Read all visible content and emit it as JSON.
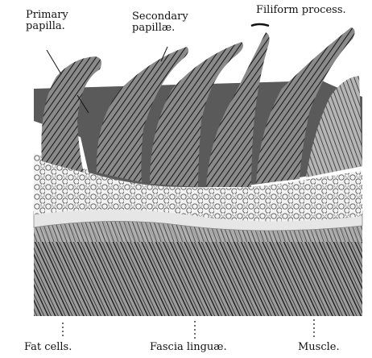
{
  "labels": {
    "primary_papilla": "Primary\npapilla.",
    "secondary_papillae": "Secondary\npapillæ.",
    "filiform_process": "Filiform process.",
    "fat_cells": "Fat cells.",
    "fascia_linguae": "Fascia linguæ.",
    "muscle": "Muscle."
  },
  "colors": {
    "ink": "#111111",
    "dark_tissue": "#2b2b2b",
    "mid_tissue": "#6a6a6a",
    "light_tissue": "#d8d8d8",
    "paper": "#ffffff"
  }
}
